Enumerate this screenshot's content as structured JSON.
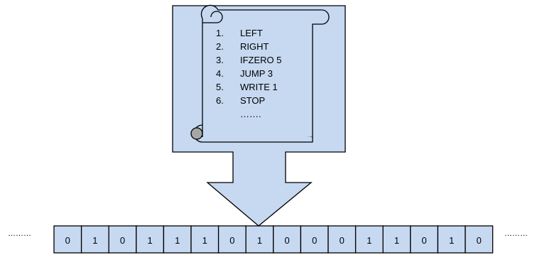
{
  "program": {
    "instructions": [
      {
        "number": "1.",
        "text": "LEFT"
      },
      {
        "number": "2.",
        "text": "RIGHT"
      },
      {
        "number": "3.",
        "text": "IFZERO 5"
      },
      {
        "number": "4.",
        "text": "JUMP 3"
      },
      {
        "number": "5.",
        "text": "WRITE 1"
      },
      {
        "number": "6.",
        "text": "STOP"
      }
    ],
    "continuation": "……."
  },
  "tape": {
    "cells": [
      "0",
      "1",
      "0",
      "1",
      "1",
      "1",
      "0",
      "1",
      "0",
      "0",
      "0",
      "1",
      "1",
      "0",
      "1",
      "0"
    ],
    "left_ellipsis": "………",
    "right_ellipsis": "………"
  },
  "colors": {
    "fill": "#c6d9f1",
    "stroke": "#000000",
    "scroll_curl": "#a6a6a6"
  }
}
